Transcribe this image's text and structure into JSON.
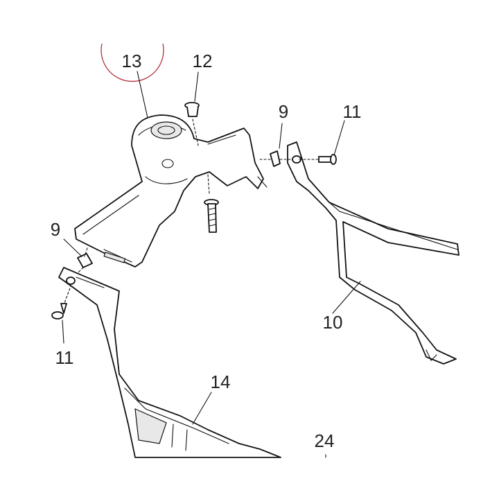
{
  "colors": {
    "line": "#111111",
    "highlight_circle": "#b0303a",
    "background": "#ffffff"
  },
  "callouts": {
    "c13": "13",
    "c12": "12",
    "c9_top": "9",
    "c11_top": "11",
    "c9_left": "9",
    "c11_left": "11",
    "c10": "10",
    "c14": "14",
    "c24": "24"
  }
}
